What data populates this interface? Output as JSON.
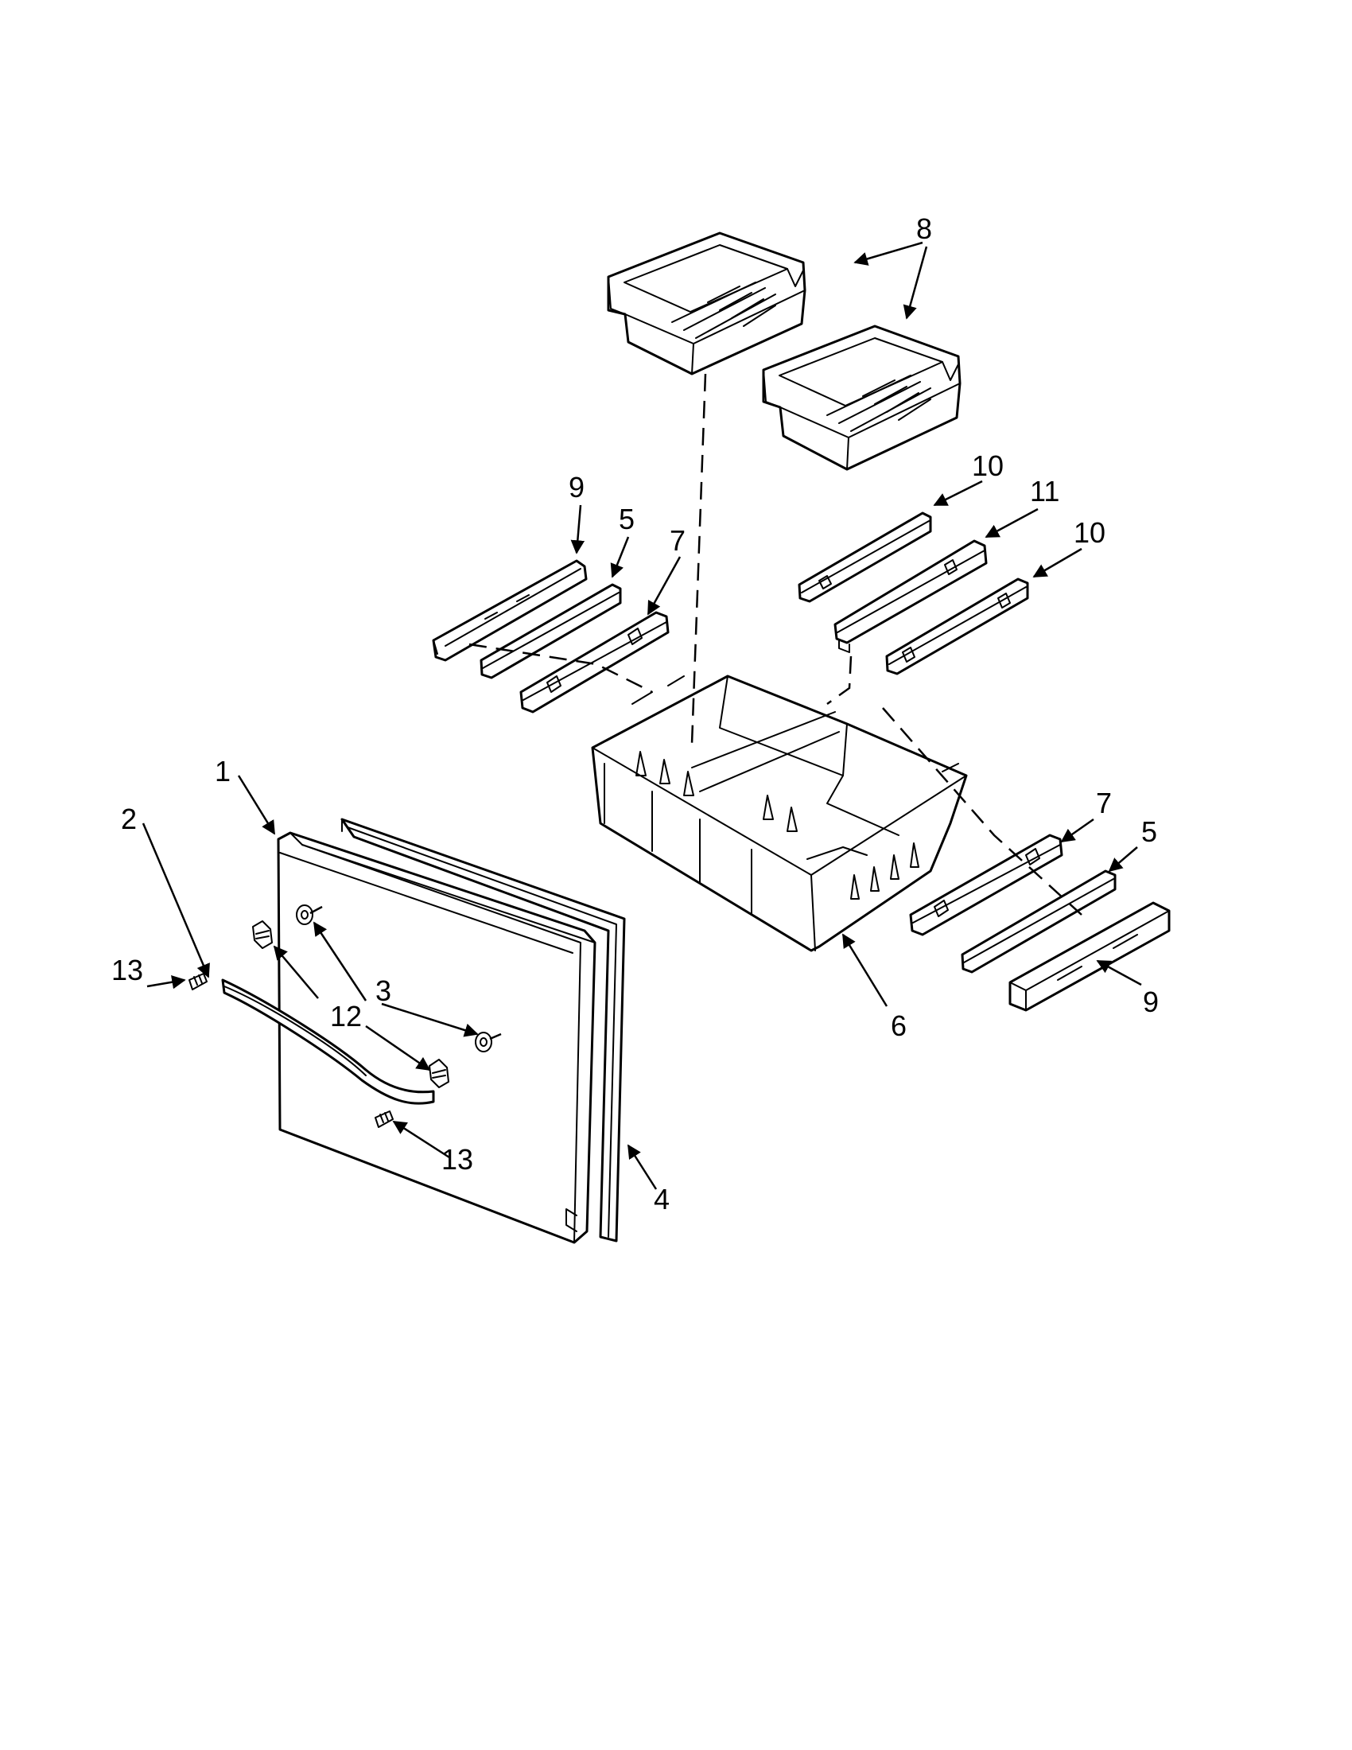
{
  "callouts": {
    "c1": "1",
    "c2": "2",
    "c3": "3",
    "c4": "4",
    "c5a": "5",
    "c5b": "5",
    "c6": "6",
    "c7a": "7",
    "c7b": "7",
    "c8": "8",
    "c9a": "9",
    "c9b": "9",
    "c10a": "10",
    "c10b": "10",
    "c11": "11",
    "c12": "12",
    "c13a": "13",
    "c13b": "13"
  },
  "colors": {
    "ink": "#000000",
    "paper": "#ffffff"
  }
}
